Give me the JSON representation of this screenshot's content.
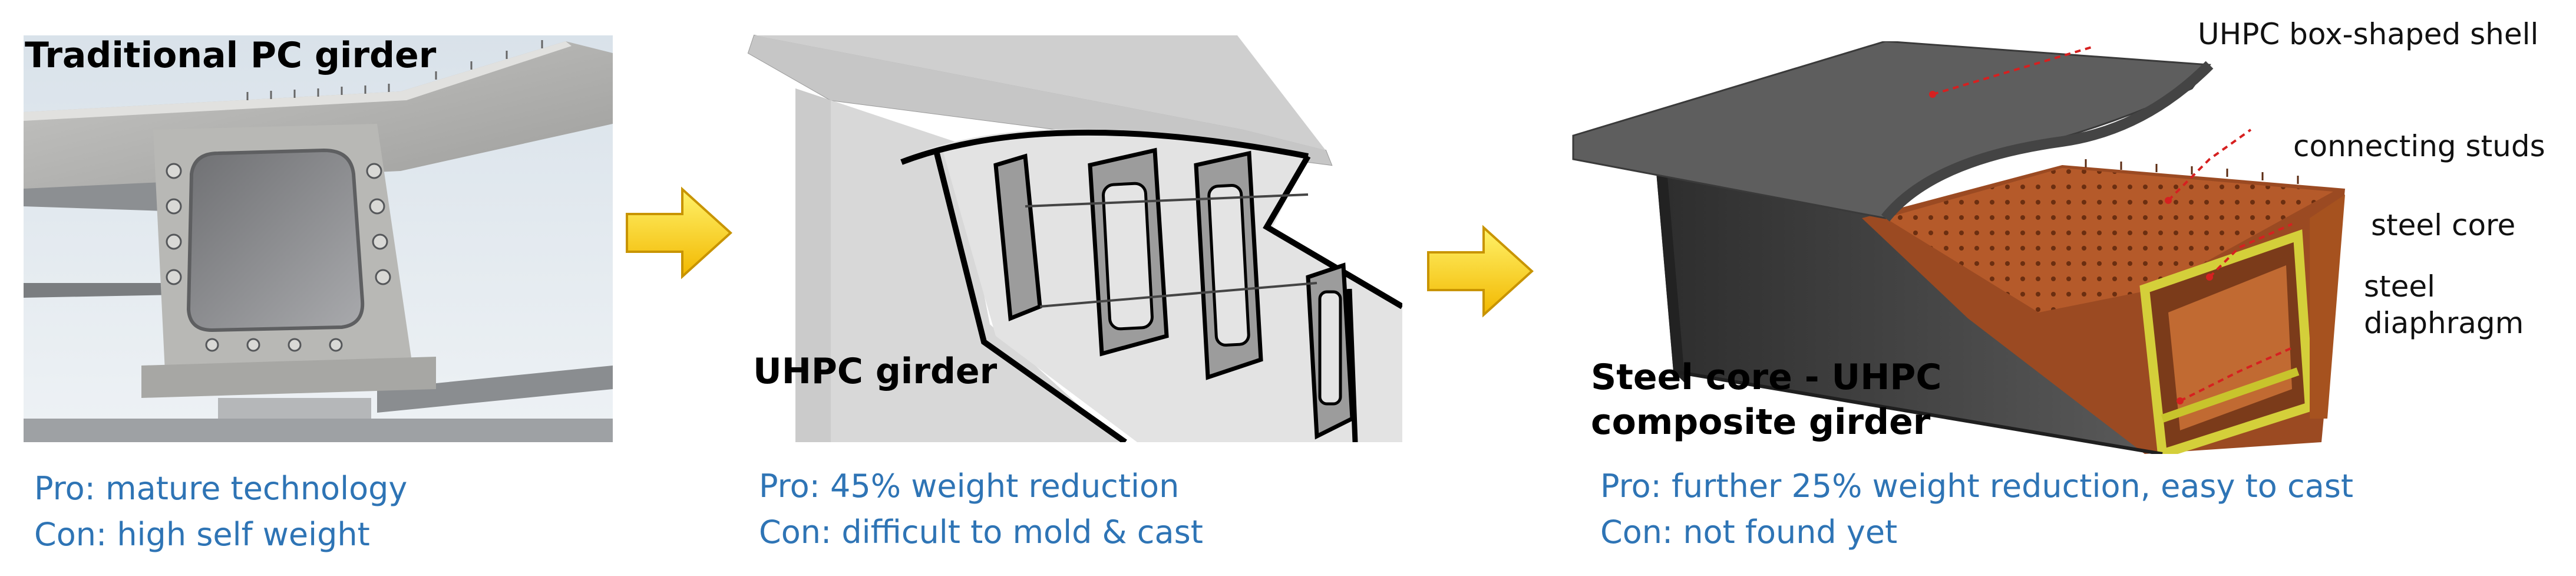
{
  "panels": [
    {
      "title_lines": [
        "Traditional PC girder"
      ],
      "pro": "Pro: mature technology",
      "con": "Con: high self weight"
    },
    {
      "title_lines": [
        "UHPC girder"
      ],
      "pro": "Pro: 45% weight reduction",
      "con": "Con: difficult to mold & cast"
    },
    {
      "title_lines": [
        "Steel core - UHPC",
        "composite girder"
      ],
      "pro": "Pro: further 25% weight reduction, easy to cast",
      "con": "Con: not found yet"
    }
  ],
  "callouts": {
    "shell": "UHPC box-shaped shell",
    "studs": "connecting studs",
    "core": "steel core",
    "diaphragm_1": "steel",
    "diaphragm_2": "diaphragm"
  },
  "colors": {
    "title": "#000000",
    "procon": "#2e74b5",
    "arrow_top": "#fff26a",
    "arrow_bottom": "#f2b800",
    "leader": "#d62020",
    "steel_core": "#b55a2a",
    "shell": "#505050",
    "uhpc": "#c9c9c9"
  },
  "icons": [
    "right-arrow-icon",
    "right-arrow-icon"
  ]
}
